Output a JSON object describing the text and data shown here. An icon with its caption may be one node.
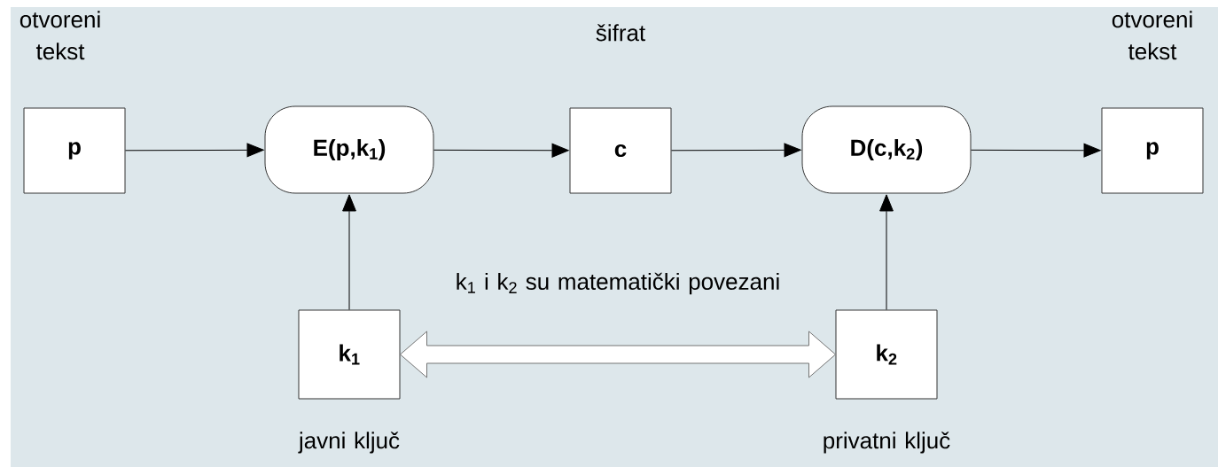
{
  "diagram": {
    "nodes": [
      {
        "text": [
          "p"
        ],
        "beside": [
          "otvoreni tekst"
        ]
      },
      {
        "text": [
          "E(p,k$_{1}$)"
        ]
      },
      {
        "text": [
          "c"
        ],
        "beside": [
          "šifrat"
        ]
      },
      {
        "text": [
          "D(c,k$_{2}$)"
        ]
      },
      {
        "text": [
          "p"
        ],
        "beside": [
          "otvoreni tekst"
        ]
      },
      {
        "text": [
          "k$_{1}$"
        ],
        "beside": [
          "javni ključ"
        ]
      },
      {
        "text": [
          "k$_{2}$"
        ],
        "beside": [
          "privatni ključ"
        ]
      }
    ],
    "edges": [
      {
        "from": 0,
        "to": 1,
        "arrow": "to"
      },
      {
        "from": 1,
        "to": 2,
        "arrow": "to"
      },
      {
        "from": 2,
        "to": 3,
        "arrow": "to"
      },
      {
        "from": 3,
        "to": 4,
        "arrow": "to"
      },
      {
        "from": 5,
        "to": 1,
        "arrow": "to"
      },
      {
        "from": 6,
        "to": 3,
        "arrow": "to"
      },
      {
        "from": 5,
        "to": 6,
        "arrow": "both",
        "style": "thick",
        "label": "k$_{1}$ i k$_{2}$ su matematički povezani"
      }
    ]
  }
}
